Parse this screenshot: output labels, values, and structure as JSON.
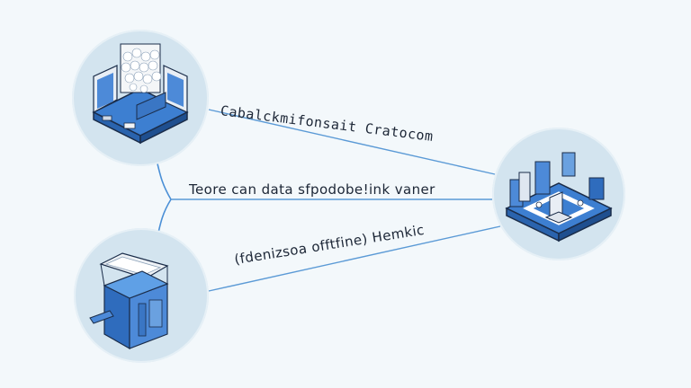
{
  "diagram": {
    "type": "network-connection-diagram",
    "nodes": [
      {
        "id": "data-center",
        "icon": "isometric-server-room-icon"
      },
      {
        "id": "network-hub",
        "icon": "isometric-network-platform-icon"
      },
      {
        "id": "offline-storage",
        "icon": "isometric-storage-unit-icon"
      }
    ],
    "edges": [
      {
        "from": "data-center",
        "to": "network-hub",
        "label": "Cabalckmifonsait Cratocom"
      },
      {
        "from": "branch",
        "to": "network-hub",
        "label": "Teore can data sfpodobe!ink vaner"
      },
      {
        "from": "offline-storage",
        "to": "network-hub",
        "label": "(fdenizsoa offtfine) Hemkic"
      }
    ],
    "colors": {
      "background": "#f3f8fb",
      "node_circle": "#d3e4ef",
      "connector": "#4a8fd6",
      "accent_blue": "#3d7fd1",
      "dark_outline": "#1b2d4a",
      "text": "#1c2636"
    }
  }
}
